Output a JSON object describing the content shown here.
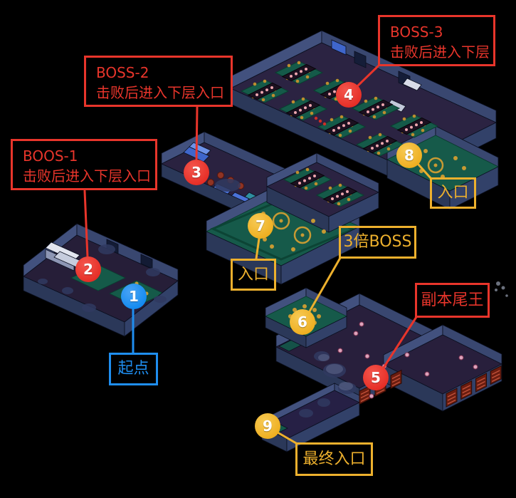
{
  "colors": {
    "red": "#e8352b",
    "yellow": "#edb02d",
    "blue": "#1f8ef0",
    "marker_text": "#ffffff",
    "background": "#000000"
  },
  "markers": [
    {
      "label": "1",
      "color": "#1f8ef0"
    },
    {
      "label": "2",
      "color": "#e8352b"
    },
    {
      "label": "3",
      "color": "#e8352b"
    },
    {
      "label": "4",
      "color": "#e8352b"
    },
    {
      "label": "5",
      "color": "#e8352b"
    },
    {
      "label": "6",
      "color": "#edb02d"
    },
    {
      "label": "7",
      "color": "#edb02d"
    },
    {
      "label": "8",
      "color": "#edb02d"
    },
    {
      "label": "9",
      "color": "#edb02d"
    }
  ],
  "callouts": [
    {
      "id": "boos-1",
      "color": "#e8352b",
      "lines": [
        "BOOS-1",
        "击败后进入下层入口"
      ]
    },
    {
      "id": "boss-2",
      "color": "#e8352b",
      "lines": [
        "BOSS-2",
        "击败后进入下层入口"
      ]
    },
    {
      "id": "boss-3",
      "color": "#e8352b",
      "lines": [
        "BOSS-3",
        "击败后进入下层"
      ]
    },
    {
      "id": "triple-boss",
      "color": "#edb02d",
      "lines": [
        "3倍BOSS"
      ]
    },
    {
      "id": "dungeon-final-boss",
      "color": "#e8352b",
      "lines": [
        "副本尾王"
      ]
    },
    {
      "id": "entrance-mid",
      "color": "#edb02d",
      "lines": [
        "入口"
      ]
    },
    {
      "id": "entrance-right",
      "color": "#edb02d",
      "lines": [
        "入口"
      ]
    },
    {
      "id": "start-point",
      "color": "#1f8ef0",
      "lines": [
        "起点"
      ]
    },
    {
      "id": "final-entrance",
      "color": "#edb02d",
      "lines": [
        "最终入口"
      ]
    }
  ]
}
